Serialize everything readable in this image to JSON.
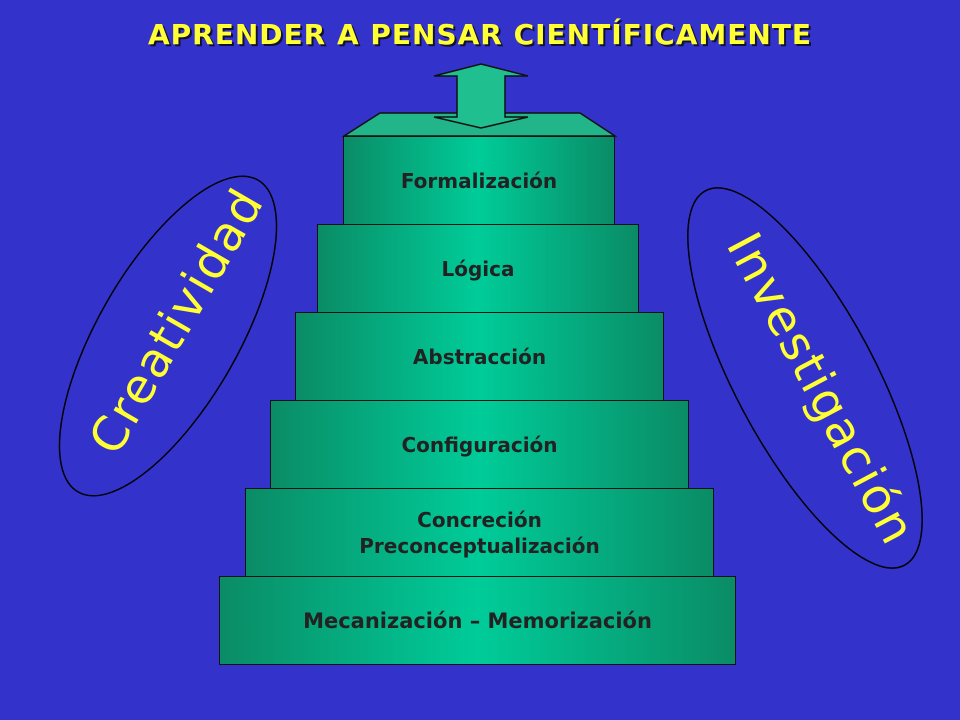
{
  "title": "APRENDER A PENSAR CIENTÍFICAMENTE",
  "pyramid": {
    "levels": [
      {
        "label": "Formalización"
      },
      {
        "label": "Lógica"
      },
      {
        "label": "Abstracción"
      },
      {
        "label": "Configuración"
      },
      {
        "label": "Concreción\nPreconceptualización"
      },
      {
        "label": "Mecanización – Memorización"
      }
    ]
  },
  "left_label": "Creatividad",
  "right_label": "Investigación",
  "colors": {
    "background": "#3333cc",
    "title": "#ffff33",
    "step_fill": "#00cc99",
    "ellipse_stroke": "#000000"
  }
}
